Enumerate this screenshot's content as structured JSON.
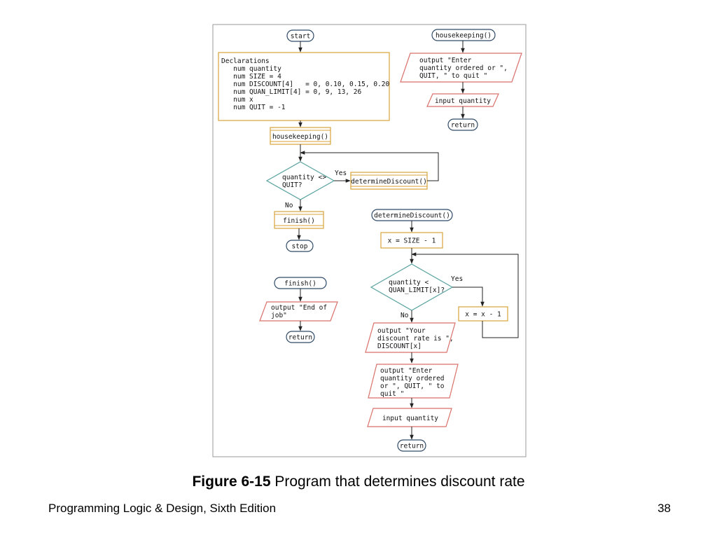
{
  "colors": {
    "terminal_stroke": "#2e4a68",
    "process_stroke": "#d9a33a",
    "io_stroke": "#d9706a",
    "decision_stroke": "#5aa3a0",
    "line": "#222222",
    "frame": "#9a9a9a"
  },
  "flowchart": {
    "main": {
      "start": "start",
      "declarations": [
        "Declarations",
        "   num quantity",
        "   num SIZE = 4",
        "   num DISCOUNT[4]   = 0, 0.10, 0.15, 0.20",
        "   num QUAN_LIMIT[4] = 0, 9, 13, 26",
        "   num x",
        "   num QUIT = -1"
      ],
      "housekeeping_call": "housekeeping()",
      "decision": [
        "quantity <>",
        "QUIT?"
      ],
      "yes_label": "Yes",
      "no_label": "No",
      "determine_call": "determineDiscount()",
      "finish_call": "finish()",
      "stop": "stop"
    },
    "housekeeping": {
      "header": "housekeeping()",
      "output": [
        "output \"Enter",
        "quantity ordered or \",",
        "QUIT, \" to quit \""
      ],
      "input": "input quantity",
      "return": "return"
    },
    "finish": {
      "header": "finish()",
      "output": [
        "output \"End of",
        "job\""
      ],
      "return": "return"
    },
    "determineDiscount": {
      "header": "determineDiscount()",
      "init": "x = SIZE - 1",
      "decision": [
        "quantity <",
        "QUAN_LIMIT[x]?"
      ],
      "yes_label": "Yes",
      "no_label": "No",
      "decrement": "x = x - 1",
      "output_rate": [
        "output \"Your",
        "discount rate is \",",
        "DISCOUNT[x]"
      ],
      "output_prompt": [
        "output \"Enter",
        "quantity ordered",
        "or \", QUIT, \" to",
        "quit \""
      ],
      "input": "input quantity",
      "return": "return"
    }
  },
  "caption": {
    "figure_label": "Figure 6-15",
    "figure_text": " Program that determines discount rate"
  },
  "footer": {
    "book": "Programming Logic & Design, Sixth Edition",
    "page": "38"
  }
}
